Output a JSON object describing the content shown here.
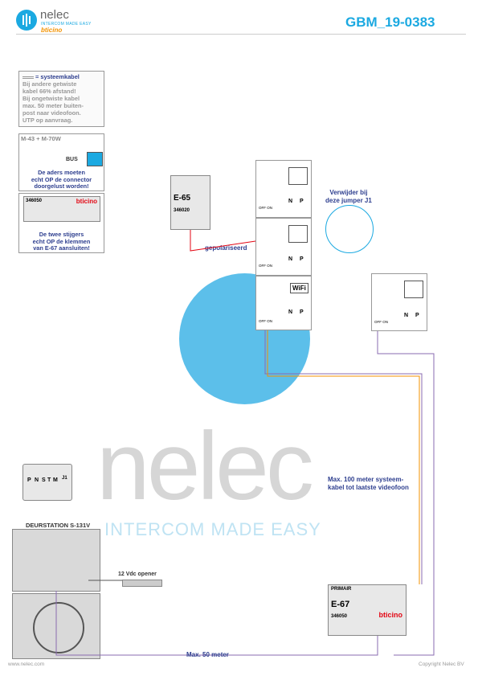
{
  "header": {
    "logo_name": "nelec",
    "logo_tagline": "INTERCOM MADE EASY",
    "logo_brand": "bticino",
    "doc_code": "GBM_19-0383"
  },
  "note_box": {
    "title": "= systeemkabel",
    "lines": [
      "Bij andere getwiste",
      "kabel 66% afstand!",
      "Bij ongetwiste kabel",
      "max. 50 meter buiten-",
      "post naar videofoon.",
      "UTP op aanvraag."
    ]
  },
  "connector_box": {
    "title": "M-43 + M-70W",
    "bus_label": "BUS",
    "caption": [
      "De aders moeten",
      "echt OP de connector",
      "doorgelust worden!"
    ]
  },
  "e67_mini_box": {
    "part": "346050",
    "brand": "bticino",
    "caption": [
      "De twee stijgers",
      "echt OP de klemmen",
      "van E-67 aansluiten!"
    ]
  },
  "psu_small": {
    "name": "E-65",
    "part": "346020"
  },
  "labels": {
    "polarized": "gepolariseerd",
    "jumper": [
      "Verwijder bij",
      "deze jumper J1"
    ],
    "max100": [
      "Max. 100 meter systeem-",
      "kabel tot laatste videofoon"
    ],
    "max50": "Max. 50 meter",
    "opener": "12 Vdc opener",
    "door_station": "DEURSTATION S-131V"
  },
  "monitor_terminals": {
    "n": "N",
    "p": "P",
    "off_on": "OFF ON",
    "wifi": "WiFi"
  },
  "door_terminals": [
    "P",
    "N",
    "S",
    "T",
    "M",
    "J1"
  ],
  "e67_main": {
    "top": "PRIMAIR",
    "name": "E-67",
    "part": "346050",
    "brand": "bticino"
  },
  "watermark": {
    "word": "nelec",
    "tagline": "INTERCOM MADE EASY"
  },
  "footer": {
    "left": "www.nelec.com",
    "right": "Copyright Nelec BV"
  },
  "colors": {
    "accent": "#1ba9e1",
    "navy": "#2e3f8f",
    "brand_orange": "#f39200",
    "green": "#39b54a",
    "red": "#e30613"
  }
}
